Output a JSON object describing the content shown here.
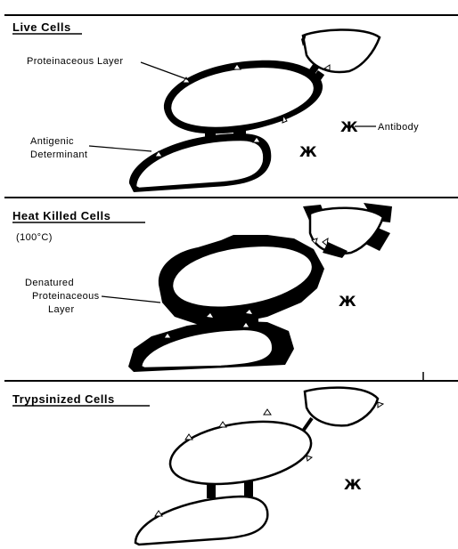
{
  "panels": [
    {
      "title": "Live Cells",
      "labels": {
        "layer": "Proteinaceous Layer",
        "antigenic_1": "Antigenic",
        "antigenic_2": "Determinant",
        "antibody": "Antibody"
      }
    },
    {
      "title": "Heat Killed Cells",
      "subtitle": "(100°C)",
      "labels": {
        "denatured_1": "Denatured",
        "denatured_2": "Proteinaceous",
        "denatured_3": "Layer"
      }
    },
    {
      "title": "Trypsinized Cells"
    }
  ],
  "antibody_glyph": "Ж",
  "colors": {
    "ink": "#000000",
    "background": "#ffffff"
  }
}
